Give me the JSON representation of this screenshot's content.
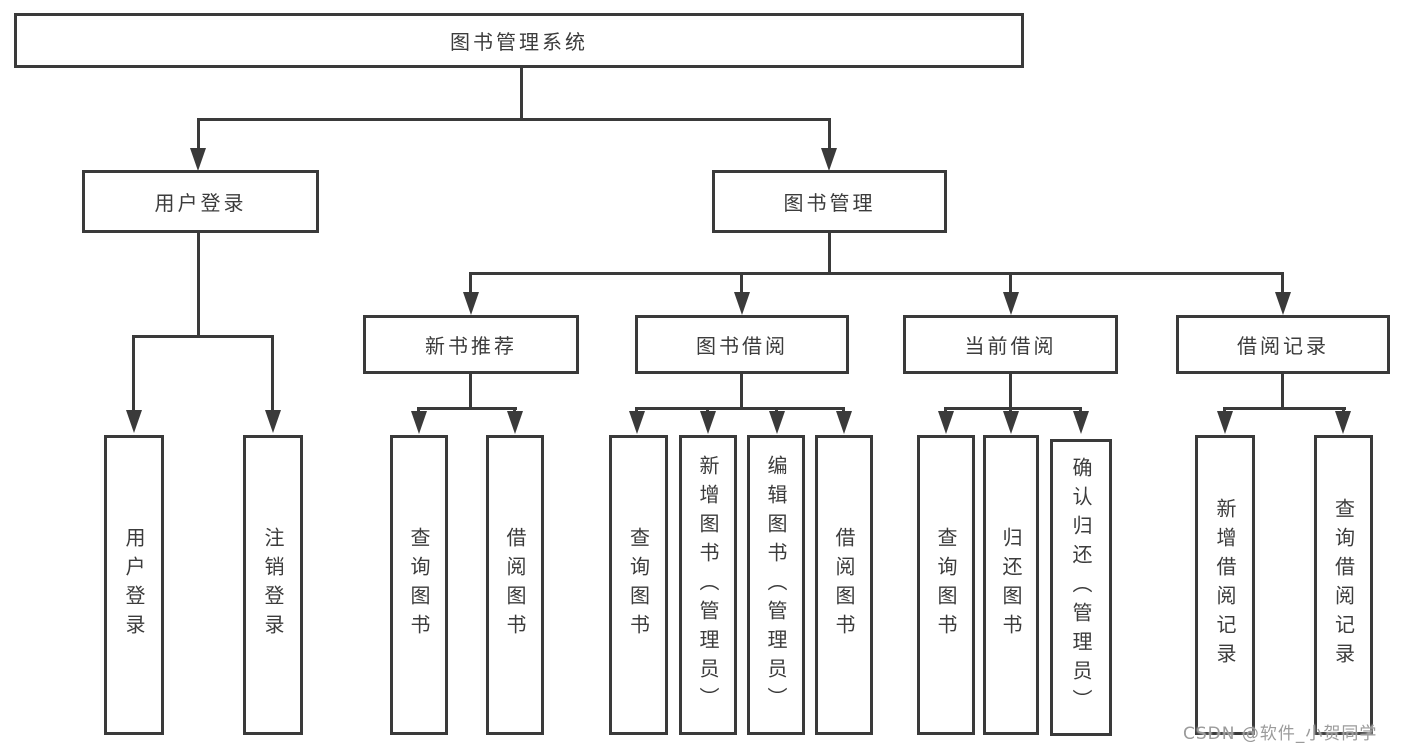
{
  "diagram_type": "hierarchy-tree",
  "tree": {
    "label": "图书管理系统",
    "children": [
      {
        "label": "用户登录",
        "children": [
          {
            "label": "用户登录"
          },
          {
            "label": "注销登录"
          }
        ]
      },
      {
        "label": "图书管理",
        "children": [
          {
            "label": "新书推荐",
            "children": [
              {
                "label": "查询图书"
              },
              {
                "label": "借阅图书"
              }
            ]
          },
          {
            "label": "图书借阅",
            "children": [
              {
                "label": "查询图书"
              },
              {
                "label": "新增图书（管理员）"
              },
              {
                "label": "编辑图书（管理员）"
              },
              {
                "label": "借阅图书"
              }
            ]
          },
          {
            "label": "当前借阅",
            "children": [
              {
                "label": "查询图书"
              },
              {
                "label": "归还图书"
              },
              {
                "label": "确认归还（管理员）"
              }
            ]
          },
          {
            "label": "借阅记录",
            "children": [
              {
                "label": "新增借阅记录"
              },
              {
                "label": "查询借阅记录"
              }
            ]
          }
        ]
      }
    ]
  },
  "watermark": {
    "text": "CSDN @软件_小贺同学"
  },
  "colors": {
    "line": "#3a3a3a",
    "text": "#3c3c3c",
    "background": "#ffffff",
    "watermark": "#9b9b9b"
  }
}
